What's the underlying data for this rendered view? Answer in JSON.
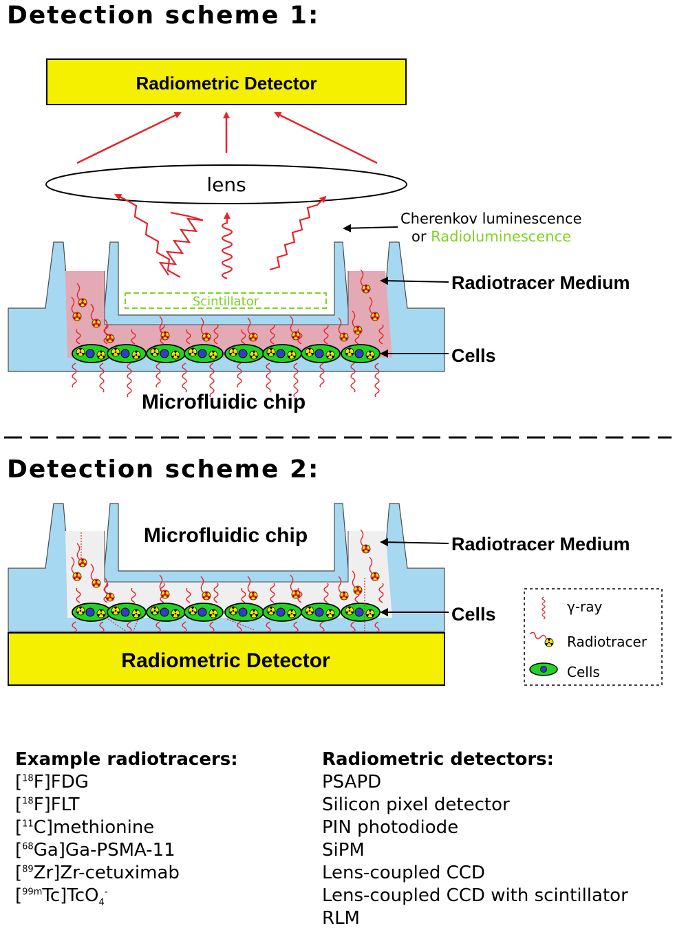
{
  "scheme1": {
    "title": "Detection scheme 1:",
    "detector_label": "Radiometric Detector",
    "lens_label": "lens",
    "emission_label_line1": "Cherenkov luminescence",
    "emission_label_or": "or ",
    "emission_label_radio": "Radioluminescence",
    "scintillator_label": "Scintillator",
    "medium_label": "Radiotracer Medium",
    "cells_label": "Cells",
    "chip_label": "Microfluidic chip"
  },
  "scheme2": {
    "title": "Detection scheme 2:",
    "chip_label": "Microfluidic chip",
    "medium_label": "Radiotracer Medium",
    "cells_label": "Cells",
    "detector_label": "Radiometric Detector"
  },
  "legend": {
    "gamma": "γ-ray",
    "radiotracer": "Radiotracer",
    "cells": "Cells"
  },
  "radiotracers": {
    "heading": "Example radiotracers:",
    "items": [
      {
        "iso": "18",
        "pre": "[",
        "mid": "F]FDG",
        "sub": ""
      },
      {
        "iso": "18",
        "pre": "[",
        "mid": "F]FLT",
        "sub": ""
      },
      {
        "iso": "11",
        "pre": "[",
        "mid": "C]methionine",
        "sub": ""
      },
      {
        "iso": "68",
        "pre": "[",
        "mid": "Ga]Ga-PSMA-11",
        "sub": ""
      },
      {
        "iso": "89",
        "pre": "[",
        "mid": "Zr]Zr-cetuximab",
        "sub": ""
      },
      {
        "iso": "99m",
        "pre": "[",
        "mid": "Tc]TcO",
        "sub": "4",
        "sup2": "-"
      }
    ]
  },
  "detectors": {
    "heading": "Radiometric detectors:",
    "items": [
      "PSAPD",
      "Silicon pixel detector",
      "PIN photodiode",
      "SiPM",
      "Lens-coupled CCD",
      "Lens-coupled CCD with scintillator",
      "RLM"
    ]
  },
  "colors": {
    "detector_fill": "#f5ef00",
    "chip_fill": "#a6d8f2",
    "medium_fill_1": "#e3a9b4",
    "medium_fill_2": "#efefef",
    "cell_fill": "#22d422",
    "nucleus_fill": "#2f3fc8",
    "arrow_red": "#e8222a",
    "scint_green": "#7ed321"
  }
}
